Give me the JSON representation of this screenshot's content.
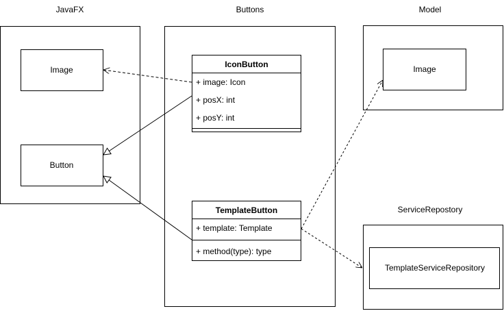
{
  "packages": {
    "javafx": {
      "title": "JavaFX"
    },
    "buttons": {
      "title": "Buttons"
    },
    "model": {
      "title": "Model"
    },
    "service_repository": {
      "title": "ServiceRepostory"
    }
  },
  "javafx_classes": {
    "image": "Image",
    "button": "Button"
  },
  "model_classes": {
    "image": "Image"
  },
  "service_classes": {
    "template_service_repository": "TemplateServiceRepository"
  },
  "icon_button": {
    "name": "IconButton",
    "attributes": [
      "+ image: Icon",
      "+ posX: int",
      "+ posY: int"
    ]
  },
  "template_button": {
    "name": "TemplateButton",
    "attributes": [
      "+ template: Template"
    ],
    "methods": [
      "+ method(type): type"
    ]
  },
  "relationships": [
    {
      "from": "IconButton",
      "to": "Image (JavaFX)",
      "type": "dependency"
    },
    {
      "from": "IconButton",
      "to": "Button",
      "type": "generalization"
    },
    {
      "from": "TemplateButton",
      "to": "Button",
      "type": "generalization"
    },
    {
      "from": "TemplateButton",
      "to": "Image (Model)",
      "type": "dependency"
    },
    {
      "from": "TemplateButton",
      "to": "TemplateServiceRepository",
      "type": "dependency"
    }
  ]
}
